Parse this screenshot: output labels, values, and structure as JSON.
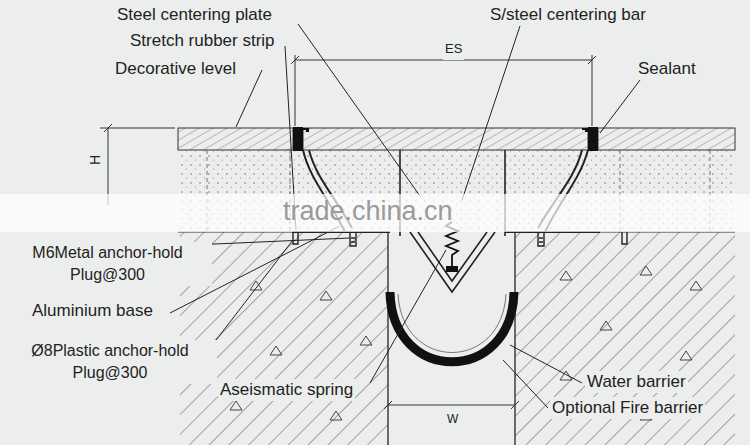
{
  "diagram": {
    "labels": [
      "Steel centering plate",
      "S/steel centering bar",
      "Stretch rubber strip",
      "ES",
      "Decorative level",
      "Sealant",
      "H",
      "trade.china.cn",
      "M6Metal anchor-hold Plug@300",
      "Aluminium base",
      "Ø8Plastic anchor-hold Plug@300",
      "Aseismatic spring",
      "Water barrier",
      "W",
      "Optional Fire barrier"
    ]
  }
}
